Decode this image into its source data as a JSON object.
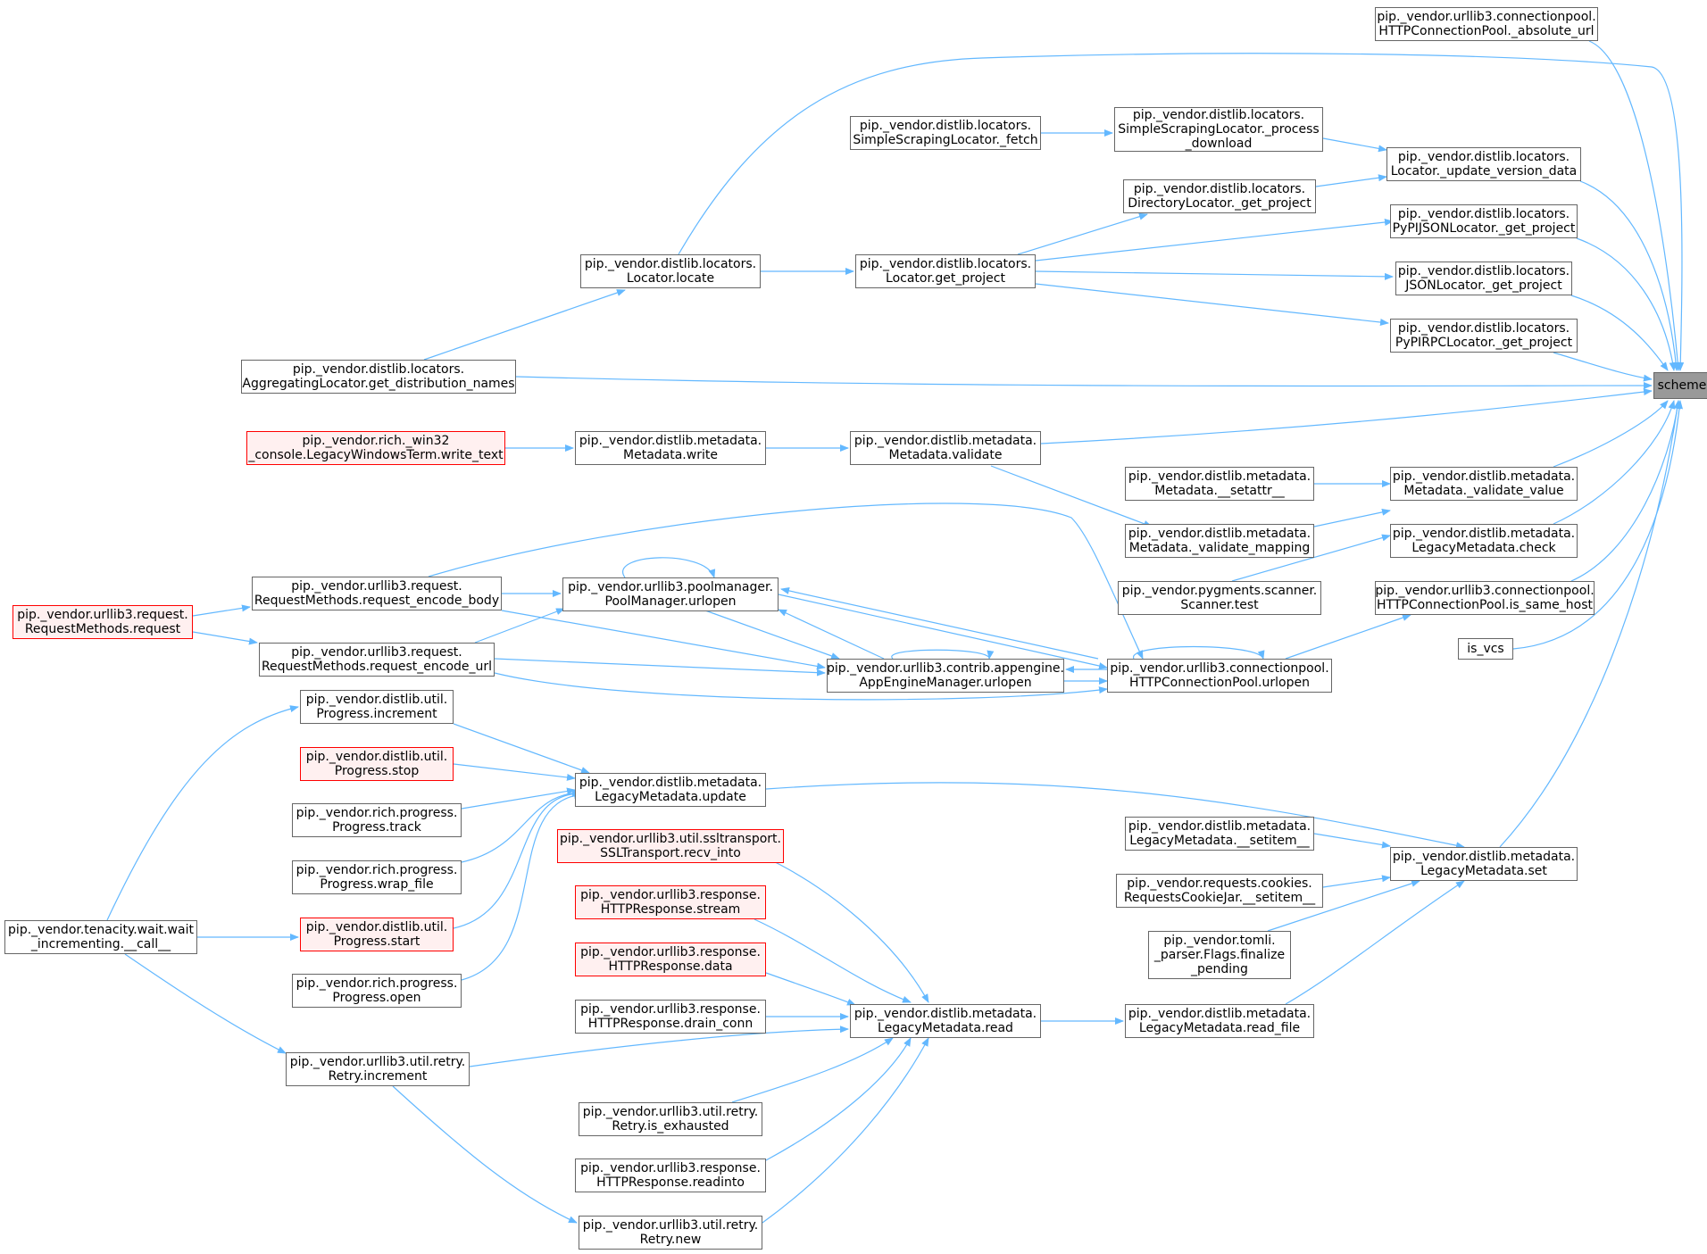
{
  "colors": {
    "edge": "#63b8ff",
    "border": "#666666",
    "root_fill": "#999999",
    "red_border": "#ff0000",
    "red_fill": "#fff0f0"
  },
  "nodes": [
    {
      "id": "scheme",
      "lines": [
        "scheme"
      ],
      "style": "root"
    },
    {
      "id": "absolute_url",
      "lines": [
        "pip._vendor.urllib3.connectionpool.",
        "HTTPConnectionPool._absolute_url"
      ]
    },
    {
      "id": "update_version_data",
      "lines": [
        "pip._vendor.distlib.locators.",
        "Locator._update_version_data"
      ]
    },
    {
      "id": "pypijson",
      "lines": [
        "pip._vendor.distlib.locators.",
        "PyPIJSONLocator._get_project"
      ]
    },
    {
      "id": "jsonlocator",
      "lines": [
        "pip._vendor.distlib.locators.",
        "JSONLocator._get_project"
      ]
    },
    {
      "id": "pypirpc",
      "lines": [
        "pip._vendor.distlib.locators.",
        "PyPIRPCLocator._get_project"
      ]
    },
    {
      "id": "validate_value",
      "lines": [
        "pip._vendor.distlib.metadata.",
        "Metadata._validate_value"
      ]
    },
    {
      "id": "legacy_check",
      "lines": [
        "pip._vendor.distlib.metadata.",
        "LegacyMetadata.check"
      ]
    },
    {
      "id": "is_same_host",
      "lines": [
        "pip._vendor.urllib3.connectionpool.",
        "HTTPConnectionPool.is_same_host"
      ]
    },
    {
      "id": "is_vcs",
      "lines": [
        "is_vcs"
      ]
    },
    {
      "id": "legacy_set",
      "lines": [
        "pip._vendor.distlib.metadata.",
        "LegacyMetadata.set"
      ]
    },
    {
      "id": "process_download",
      "lines": [
        "pip._vendor.distlib.locators.",
        "SimpleScrapingLocator._process",
        "_download"
      ]
    },
    {
      "id": "dir_get_project",
      "lines": [
        "pip._vendor.distlib.locators.",
        "DirectoryLocator._get_project"
      ]
    },
    {
      "id": "setattr",
      "lines": [
        "pip._vendor.distlib.metadata.",
        "Metadata.__setattr__"
      ]
    },
    {
      "id": "validate_mapping",
      "lines": [
        "pip._vendor.distlib.metadata.",
        "Metadata._validate_mapping"
      ]
    },
    {
      "id": "scanner_test",
      "lines": [
        "pip._vendor.pygments.scanner.",
        "Scanner.test"
      ]
    },
    {
      "id": "cp_urlopen",
      "lines": [
        "pip._vendor.urllib3.connectionpool.",
        "HTTPConnectionPool.urlopen"
      ]
    },
    {
      "id": "legacy_setitem",
      "lines": [
        "pip._vendor.distlib.metadata.",
        "LegacyMetadata.__setitem__"
      ]
    },
    {
      "id": "cookie_setitem",
      "lines": [
        "pip._vendor.requests.cookies.",
        "RequestsCookieJar.__setitem__"
      ]
    },
    {
      "id": "tomli_finalize",
      "lines": [
        "pip._vendor.tomli.",
        "_parser.Flags.finalize",
        "_pending"
      ]
    },
    {
      "id": "read_file",
      "lines": [
        "pip._vendor.distlib.metadata.",
        "LegacyMetadata.read_file"
      ]
    },
    {
      "id": "ssl_fetch",
      "lines": [
        "pip._vendor.distlib.locators.",
        "SimpleScrapingLocator._fetch"
      ]
    },
    {
      "id": "get_project",
      "lines": [
        "pip._vendor.distlib.locators.",
        "Locator.get_project"
      ]
    },
    {
      "id": "meta_validate",
      "lines": [
        "pip._vendor.distlib.metadata.",
        "Metadata.validate"
      ]
    },
    {
      "id": "appengine_urlopen",
      "lines": [
        "pip._vendor.urllib3.contrib.appengine.",
        "AppEngineManager.urlopen"
      ]
    },
    {
      "id": "legacy_read",
      "lines": [
        "pip._vendor.distlib.metadata.",
        "LegacyMetadata.read"
      ]
    },
    {
      "id": "locate",
      "lines": [
        "pip._vendor.distlib.locators.",
        "Locator.locate"
      ]
    },
    {
      "id": "meta_write",
      "lines": [
        "pip._vendor.distlib.metadata.",
        "Metadata.write"
      ]
    },
    {
      "id": "pm_urlopen",
      "lines": [
        "pip._vendor.urllib3.poolmanager.",
        "PoolManager.urlopen"
      ]
    },
    {
      "id": "legacy_update",
      "lines": [
        "pip._vendor.distlib.metadata.",
        "LegacyMetadata.update"
      ]
    },
    {
      "id": "recv_into",
      "lines": [
        "pip._vendor.urllib3.util.ssltransport.",
        "SSLTransport.recv_into"
      ],
      "style": "red"
    },
    {
      "id": "stream",
      "lines": [
        "pip._vendor.urllib3.response.",
        "HTTPResponse.stream"
      ],
      "style": "red"
    },
    {
      "id": "resp_data",
      "lines": [
        "pip._vendor.urllib3.response.",
        "HTTPResponse.data"
      ],
      "style": "red"
    },
    {
      "id": "drain_conn",
      "lines": [
        "pip._vendor.urllib3.response.",
        "HTTPResponse.drain_conn"
      ]
    },
    {
      "id": "is_exhausted",
      "lines": [
        "pip._vendor.urllib3.util.retry.",
        "Retry.is_exhausted"
      ]
    },
    {
      "id": "readinto",
      "lines": [
        "pip._vendor.urllib3.response.",
        "HTTPResponse.readinto"
      ]
    },
    {
      "id": "retry_new",
      "lines": [
        "pip._vendor.urllib3.util.retry.",
        "Retry.new"
      ]
    },
    {
      "id": "agg_names",
      "lines": [
        "pip._vendor.distlib.locators.",
        "AggregatingLocator.get_distribution_names"
      ]
    },
    {
      "id": "write_text",
      "lines": [
        "pip._vendor.rich._win32",
        "_console.LegacyWindowsTerm.write_text"
      ],
      "style": "red"
    },
    {
      "id": "encode_body",
      "lines": [
        "pip._vendor.urllib3.request.",
        "RequestMethods.request_encode_body"
      ]
    },
    {
      "id": "encode_url",
      "lines": [
        "pip._vendor.urllib3.request.",
        "RequestMethods.request_encode_url"
      ]
    },
    {
      "id": "prog_increment",
      "lines": [
        "pip._vendor.distlib.util.",
        "Progress.increment"
      ]
    },
    {
      "id": "prog_stop",
      "lines": [
        "pip._vendor.distlib.util.",
        "Progress.stop"
      ],
      "style": "red"
    },
    {
      "id": "rich_track",
      "lines": [
        "pip._vendor.rich.progress.",
        "Progress.track"
      ]
    },
    {
      "id": "wrap_file",
      "lines": [
        "pip._vendor.rich.progress.",
        "Progress.wrap_file"
      ]
    },
    {
      "id": "prog_start",
      "lines": [
        "pip._vendor.distlib.util.",
        "Progress.start"
      ],
      "style": "red"
    },
    {
      "id": "rich_open",
      "lines": [
        "pip._vendor.rich.progress.",
        "Progress.open"
      ]
    },
    {
      "id": "retry_increment",
      "lines": [
        "pip._vendor.urllib3.util.retry.",
        "Retry.increment"
      ]
    },
    {
      "id": "req_request",
      "lines": [
        "pip._vendor.urllib3.request.",
        "RequestMethods.request"
      ],
      "style": "red"
    },
    {
      "id": "tenacity_call",
      "lines": [
        "pip._vendor.tenacity.wait.wait",
        "_incrementing.__call__"
      ]
    }
  ]
}
